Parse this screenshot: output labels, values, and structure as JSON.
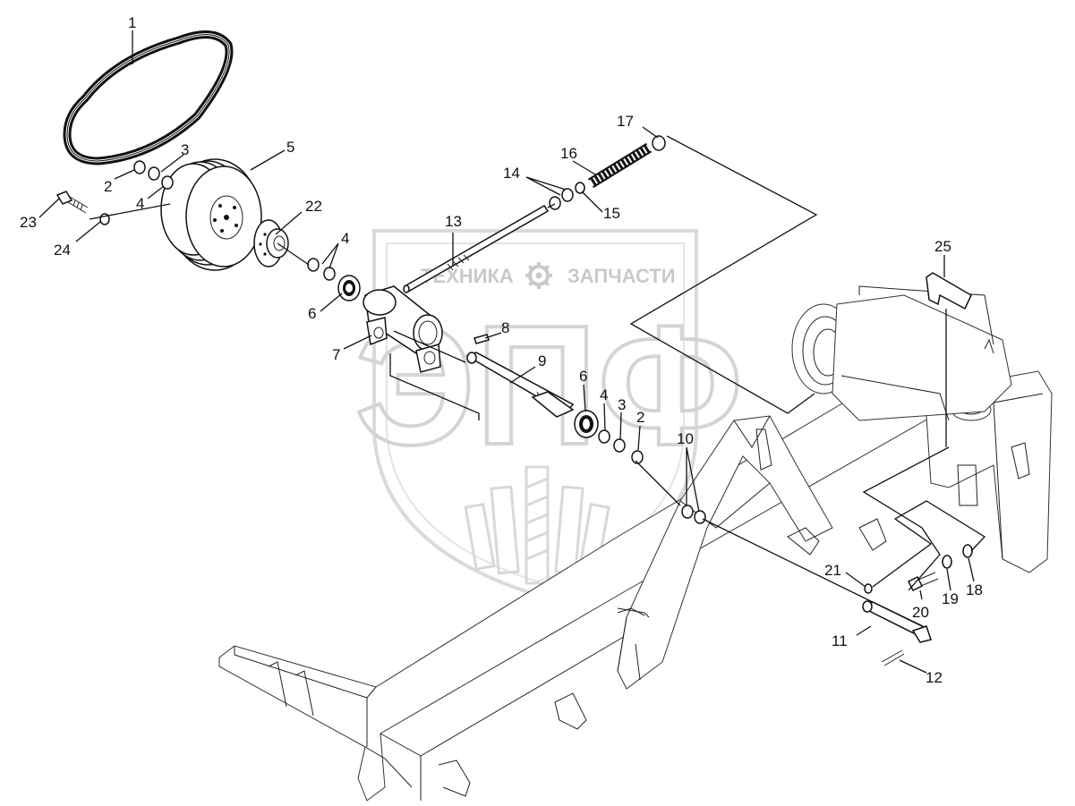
{
  "colors": {
    "line": "#111111",
    "watermark": "#c9c9c9",
    "background": "#ffffff"
  },
  "watermark": {
    "top_text_left": "ТЕХНИКА",
    "top_text_right": "ЗАПЧАСТИ",
    "big_text": "ЭПФ",
    "gear_icon": "gear-icon"
  },
  "labels": {
    "l1": "1",
    "l2a": "2",
    "l2b": "2",
    "l3a": "3",
    "l3b": "3",
    "l4a": "4",
    "l4b": "4",
    "l4c": "4",
    "l5": "5",
    "l6a": "6",
    "l6b": "6",
    "l7": "7",
    "l8": "8",
    "l9": "9",
    "l10": "10",
    "l11": "11",
    "l12": "12",
    "l13": "13",
    "l14": "14",
    "l15": "15",
    "l16": "16",
    "l17": "17",
    "l18": "18",
    "l19": "19",
    "l20": "20",
    "l21": "21",
    "l22": "22",
    "l23": "23",
    "l24": "24",
    "l25": "25"
  }
}
